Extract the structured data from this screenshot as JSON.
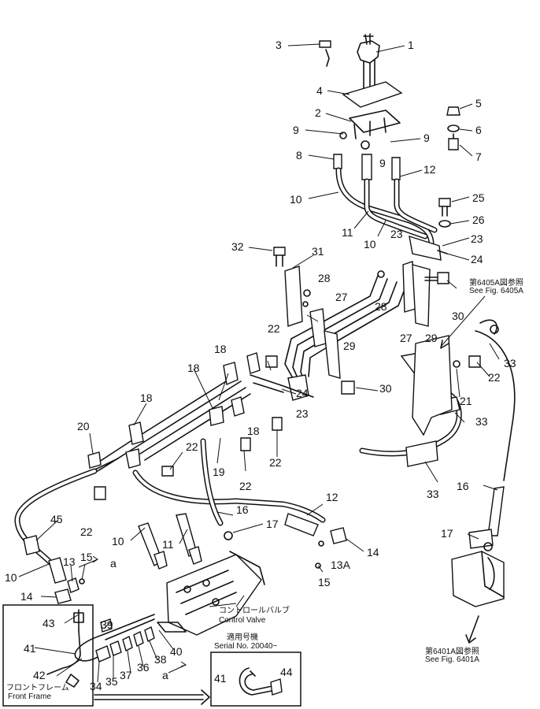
{
  "callouts": [
    {
      "id": "c1",
      "text": "1"
    },
    {
      "id": "c2",
      "text": "2"
    },
    {
      "id": "c3",
      "text": "3"
    },
    {
      "id": "c4",
      "text": "4"
    },
    {
      "id": "c5",
      "text": "5"
    },
    {
      "id": "c6",
      "text": "6"
    },
    {
      "id": "c7",
      "text": "7"
    },
    {
      "id": "c8",
      "text": "8"
    },
    {
      "id": "c9a",
      "text": "9"
    },
    {
      "id": "c9b",
      "text": "9"
    },
    {
      "id": "c9c",
      "text": "9"
    },
    {
      "id": "c10a",
      "text": "10"
    },
    {
      "id": "c10b",
      "text": "10"
    },
    {
      "id": "c10c",
      "text": "10"
    },
    {
      "id": "c10d",
      "text": "10"
    },
    {
      "id": "c11a",
      "text": "11"
    },
    {
      "id": "c11b",
      "text": "11"
    },
    {
      "id": "c12a",
      "text": "12"
    },
    {
      "id": "c12b",
      "text": "12"
    },
    {
      "id": "c13",
      "text": "13"
    },
    {
      "id": "c13A",
      "text": "13A"
    },
    {
      "id": "c14a",
      "text": "14"
    },
    {
      "id": "c14b",
      "text": "14"
    },
    {
      "id": "c15a",
      "text": "15"
    },
    {
      "id": "c15b",
      "text": "15"
    },
    {
      "id": "c16a",
      "text": "16"
    },
    {
      "id": "c16b",
      "text": "16"
    },
    {
      "id": "c17a",
      "text": "17"
    },
    {
      "id": "c17b",
      "text": "17"
    },
    {
      "id": "c18a",
      "text": "18"
    },
    {
      "id": "c18b",
      "text": "18"
    },
    {
      "id": "c18c",
      "text": "18"
    },
    {
      "id": "c18d",
      "text": "18"
    },
    {
      "id": "c19",
      "text": "19"
    },
    {
      "id": "c20",
      "text": "20"
    },
    {
      "id": "c21",
      "text": "21"
    },
    {
      "id": "c22a",
      "text": "22"
    },
    {
      "id": "c22b",
      "text": "22"
    },
    {
      "id": "c22c",
      "text": "22"
    },
    {
      "id": "c22d",
      "text": "22"
    },
    {
      "id": "c22e",
      "text": "22"
    },
    {
      "id": "c22f",
      "text": "22"
    },
    {
      "id": "c23a",
      "text": "23"
    },
    {
      "id": "c23b",
      "text": "23"
    },
    {
      "id": "c23c",
      "text": "23"
    },
    {
      "id": "c24a",
      "text": "24"
    },
    {
      "id": "c24b",
      "text": "24"
    },
    {
      "id": "c25",
      "text": "25"
    },
    {
      "id": "c26",
      "text": "26"
    },
    {
      "id": "c27a",
      "text": "27"
    },
    {
      "id": "c27b",
      "text": "27"
    },
    {
      "id": "c28a",
      "text": "28"
    },
    {
      "id": "c28b",
      "text": "28"
    },
    {
      "id": "c29a",
      "text": "29"
    },
    {
      "id": "c29b",
      "text": "29"
    },
    {
      "id": "c30a",
      "text": "30"
    },
    {
      "id": "c30b",
      "text": "30"
    },
    {
      "id": "c31",
      "text": "31"
    },
    {
      "id": "c32",
      "text": "32"
    },
    {
      "id": "c33a",
      "text": "33"
    },
    {
      "id": "c33b",
      "text": "33"
    },
    {
      "id": "c33c",
      "text": "33"
    },
    {
      "id": "c34",
      "text": "34"
    },
    {
      "id": "c35",
      "text": "35"
    },
    {
      "id": "c36",
      "text": "36"
    },
    {
      "id": "c37",
      "text": "37"
    },
    {
      "id": "c38",
      "text": "38"
    },
    {
      "id": "c39",
      "text": "39"
    },
    {
      "id": "c40",
      "text": "40"
    },
    {
      "id": "c41a",
      "text": "41"
    },
    {
      "id": "c41b",
      "text": "41"
    },
    {
      "id": "c42",
      "text": "42"
    },
    {
      "id": "c43",
      "text": "43"
    },
    {
      "id": "c44",
      "text": "44"
    },
    {
      "id": "c45",
      "text": "45"
    },
    {
      "id": "ca1",
      "text": "a"
    },
    {
      "id": "ca2",
      "text": "a"
    }
  ],
  "notes": {
    "see6405_jp": "第6405A図参照",
    "see6405_en": "See Fig. 6405A",
    "see6401_jp": "第6401A図参照",
    "see6401_en": "See Fig. 6401A",
    "control_valve_jp": "コントロールバルブ",
    "control_valve_en": "Control Valve",
    "serial_jp": "適用号機",
    "serial_en": "Serial No. 20040~",
    "front_frame_jp": "フロントフレーム",
    "front_frame_en": "Front Frame"
  }
}
